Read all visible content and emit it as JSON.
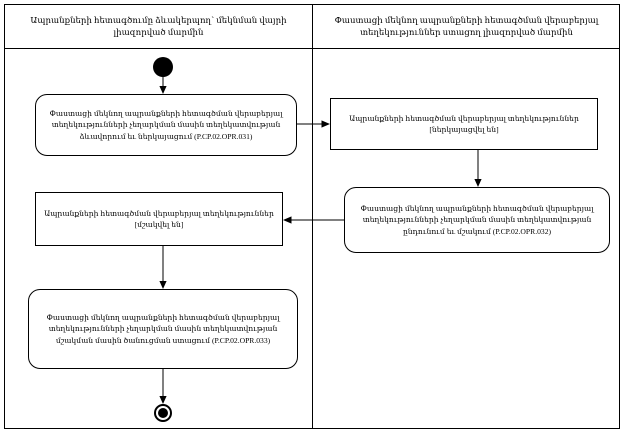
{
  "diagram": {
    "type": "uml-activity-diagram-with-swimlanes",
    "language": "hy",
    "lanes": [
      {
        "id": "lane-left",
        "title": "Ապրանքների հետագծումը ձևակերպող՝ մեկնման վայրի լիազորված մարմին"
      },
      {
        "id": "lane-right",
        "title": "Փաստացի մեկնող ապրանքների հետագծման վերաբերյալ տեղեկություններ ստացող լիազորված մարմին"
      }
    ],
    "nodes": {
      "initial": {
        "kind": "initial-node",
        "lane": "lane-left"
      },
      "final": {
        "kind": "final-node",
        "lane": "lane-left"
      },
      "action_031": {
        "kind": "action",
        "lane": "lane-left",
        "text": "Փաստացի մեկնող ապրանքների հետագծման վերաբերյալ տեղեկությունների չեղարկման մասին տեղեկատվության ձևավորում եւ ներկայացում (P.CP.02.OPR.031)"
      },
      "object_presented": {
        "kind": "object",
        "lane": "lane-right",
        "text": "Ապրանքների հետագծման վերաբերյալ տեղեկություններ [ներկայացվել են]"
      },
      "action_032": {
        "kind": "action",
        "lane": "lane-right",
        "text": "Փաստացի մեկնող ապրանքների հետագծման վերաբերյալ տեղեկությունների չեղարկման մասին տեղեկատվության ընդունում եւ մշակում (P.CP.02.OPR.032)"
      },
      "object_processed": {
        "kind": "object",
        "lane": "lane-left",
        "text": "Ապրանքների հետագծման վերաբերյալ տեղեկություններ [մշակվել են]"
      },
      "action_033": {
        "kind": "action",
        "lane": "lane-left",
        "text": "Փաստացի մեկնող ապրանքների հետագծման վերաբերյալ տեղեկությունների չեղարկման մասին տեղեկատվության մշակման մասին ծանուցման ստացում (P.CP.02.OPR.033)"
      }
    },
    "edges": [
      {
        "from": "initial",
        "to": "action_031"
      },
      {
        "from": "action_031",
        "to": "object_presented"
      },
      {
        "from": "object_presented",
        "to": "action_032"
      },
      {
        "from": "action_032",
        "to": "object_processed"
      },
      {
        "from": "object_processed",
        "to": "action_033"
      },
      {
        "from": "action_033",
        "to": "final"
      }
    ],
    "colors": {
      "stroke": "#000000",
      "background": "#ffffff",
      "text": "#000000"
    }
  }
}
